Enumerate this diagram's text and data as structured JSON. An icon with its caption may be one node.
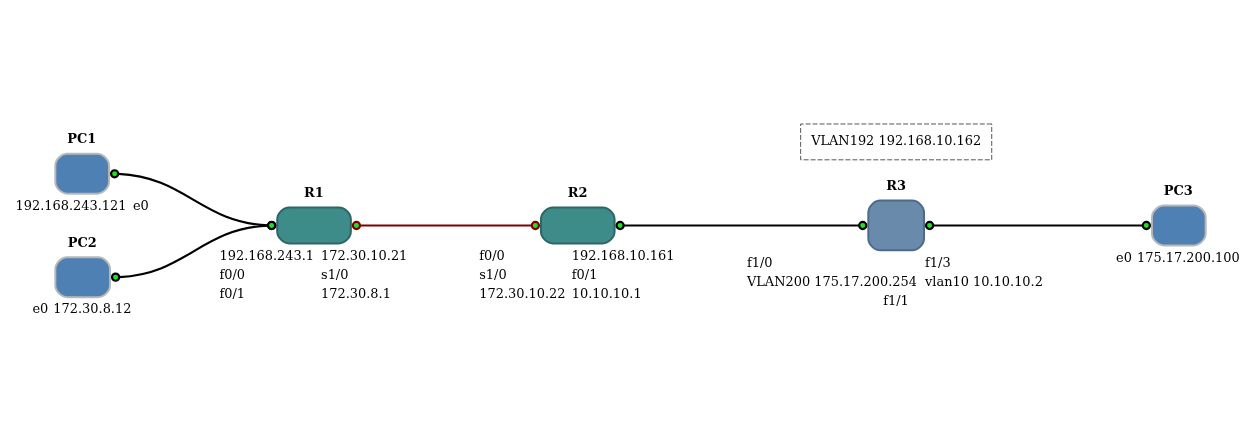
{
  "diagram": {
    "nodes": [
      {
        "text": [
          "PC1"
        ],
        "beside": [
          "192.168.243.121",
          "e0"
        ]
      },
      {
        "text": [
          "R1"
        ],
        "beside": [
          "192.168.243.1",
          "172.30.10.21",
          "f0/0",
          "s1/0",
          "f0/1",
          "172.30.8.1"
        ]
      },
      {
        "text": [
          "PC2"
        ],
        "beside": [
          "e0",
          "172.30.8.12"
        ]
      },
      {
        "text": [
          "R2"
        ],
        "beside": [
          "f0/0",
          "192.168.10.161",
          "s1/0",
          "f0/1",
          "172.30.10.22",
          "10.10.10.1"
        ]
      },
      {
        "text": [
          "VLAN192 192.168.10.162"
        ]
      },
      {
        "text": [
          "R3"
        ],
        "beside": [
          "f1/0",
          "f1/3",
          "VLAN200 175.17.200.254",
          "vlan10 10.10.10.2",
          "f1/1"
        ]
      },
      {
        "text": [
          "PC3"
        ],
        "beside": [
          "e0",
          "175.17.200.100"
        ]
      }
    ],
    "edges": [
      {
        "from": 0,
        "to": 1,
        "arrow": "other"
      },
      {
        "from": 2,
        "to": 1,
        "arrow": "other"
      },
      {
        "from": 1,
        "to": 3,
        "arrow": "other",
        "color": "#800000"
      },
      {
        "from": 3,
        "to": 5,
        "arrow": "other"
      },
      {
        "from": 5,
        "to": 6,
        "arrow": "other"
      }
    ]
  }
}
